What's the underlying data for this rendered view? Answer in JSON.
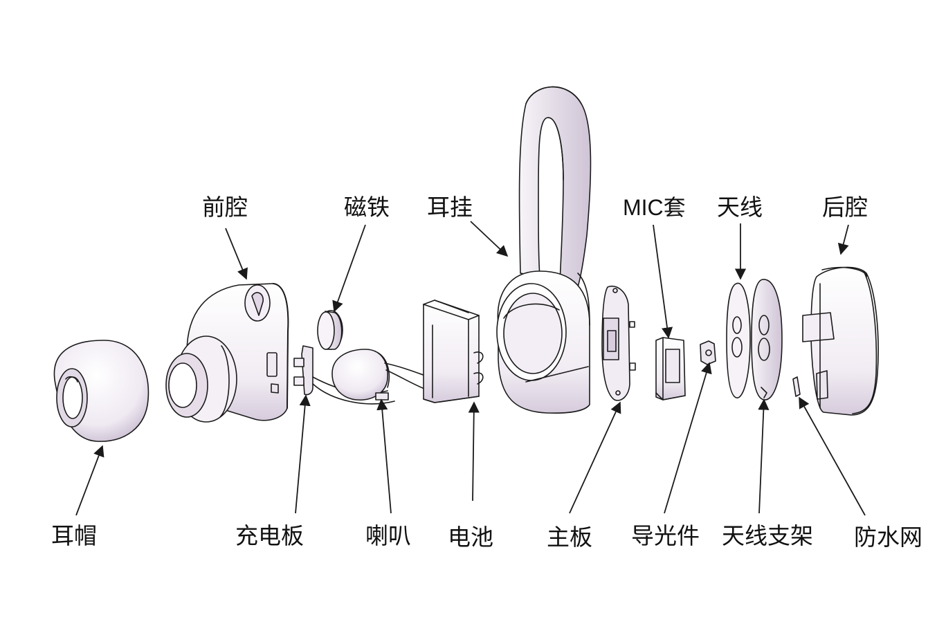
{
  "title": "耳机爆炸图",
  "labels": {
    "ear_cap": "耳帽",
    "front_cavity": "前腔",
    "charging_board": "充电板",
    "magnet": "磁铁",
    "speaker": "喇叭",
    "ear_hook": "耳挂",
    "battery": "电池",
    "main_board": "主板",
    "mic_cover": "MIC套",
    "light_guide": "导光件",
    "antenna": "天线",
    "antenna_bracket": "天线支架",
    "rear_cavity": "后腔",
    "waterproof_mesh": "防水网"
  },
  "colors": {
    "stroke": "#1a1a1a",
    "part_fill": "#f7f5f8",
    "part_shade": "#d8d0de",
    "text": "#111111"
  }
}
